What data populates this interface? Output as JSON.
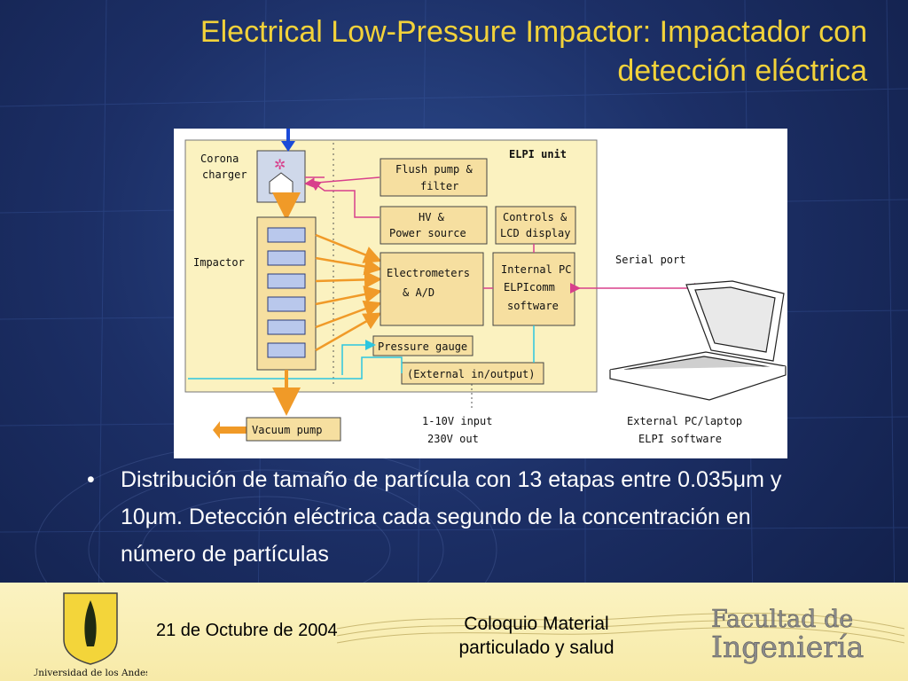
{
  "slide": {
    "title": "Electrical Low-Pressure Impactor: Impactador con detección eléctrica",
    "bullet": "Distribución de tamaño de partícula con 13 etapas entre 0.035μm y 10μm. Detección eléctrica cada segundo de la concentración en número de partículas"
  },
  "diagram": {
    "unit_label": "ELPI unit",
    "corona_charger": [
      "Corona",
      "charger"
    ],
    "impactor": "Impactor",
    "flush_pump": [
      "Flush pump &",
      "filter"
    ],
    "hv_power": [
      "HV &",
      "Power source"
    ],
    "controls": [
      "Controls &",
      "LCD display"
    ],
    "electrometers": [
      "Electrometers",
      "& A/D"
    ],
    "internal_pc": [
      "Internal PC",
      "ELPIcomm",
      "software"
    ],
    "pressure_gauge": "Pressure gauge",
    "external_io": "(External in/output)",
    "serial_port": "Serial port",
    "vacuum_pump": "Vacuum pump",
    "input_output": [
      "1-10V input",
      "230V out"
    ],
    "external_pc": [
      "External PC/laptop",
      "ELPI software"
    ]
  },
  "footer": {
    "university": "Universidad de los Andes",
    "date": "21 de Octubre de 2004",
    "event": [
      "Coloquio Material",
      "particulado y salud"
    ],
    "faculty": [
      "Facultad de",
      "Ingeniería"
    ]
  },
  "colors": {
    "background": "#1c2f66",
    "title": "#f2d23a",
    "footer": "#fbf3c2",
    "diagram_panel": "#fbf2c0",
    "arrow_orange": "#f09a28",
    "line_cyan": "#2cc6e0",
    "line_magenta": "#d8408c",
    "arrow_blue": "#1a4ad8"
  }
}
